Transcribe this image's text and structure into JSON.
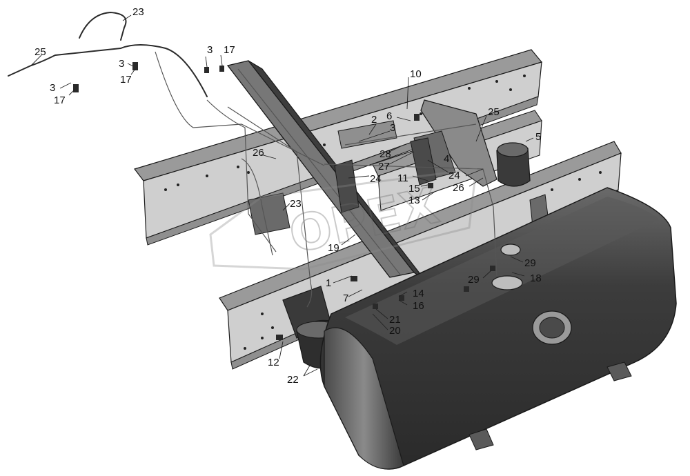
{
  "palette": {
    "rail_face": "#c9c9c9",
    "rail_top": "#9a9a9a",
    "tank_body": "#3f3f3f",
    "tank_end": "#6e6e6e",
    "tank_highlight": "#d9d9d9",
    "crossmember": "#555555",
    "watermark": "#8a8a8a"
  },
  "watermark": {
    "text": "OPEX"
  },
  "callouts": [
    {
      "text": "23"
    },
    {
      "text": "25"
    },
    {
      "text": "3"
    },
    {
      "text": "17"
    },
    {
      "text": "3"
    },
    {
      "text": "17"
    },
    {
      "text": "3"
    },
    {
      "text": "17"
    },
    {
      "text": "10"
    },
    {
      "text": "25"
    },
    {
      "text": "5"
    },
    {
      "text": "2"
    },
    {
      "text": "6"
    },
    {
      "text": "3"
    },
    {
      "text": "26"
    },
    {
      "text": "28"
    },
    {
      "text": "27"
    },
    {
      "text": "4"
    },
    {
      "text": "24"
    },
    {
      "text": "11"
    },
    {
      "text": "24"
    },
    {
      "text": "15"
    },
    {
      "text": "26"
    },
    {
      "text": "13"
    },
    {
      "text": "23"
    },
    {
      "text": "19"
    },
    {
      "text": "1"
    },
    {
      "text": "7"
    },
    {
      "text": "14"
    },
    {
      "text": "16"
    },
    {
      "text": "29"
    },
    {
      "text": "29"
    },
    {
      "text": "18"
    },
    {
      "text": "21"
    },
    {
      "text": "20"
    },
    {
      "text": "12"
    },
    {
      "text": "22"
    }
  ]
}
